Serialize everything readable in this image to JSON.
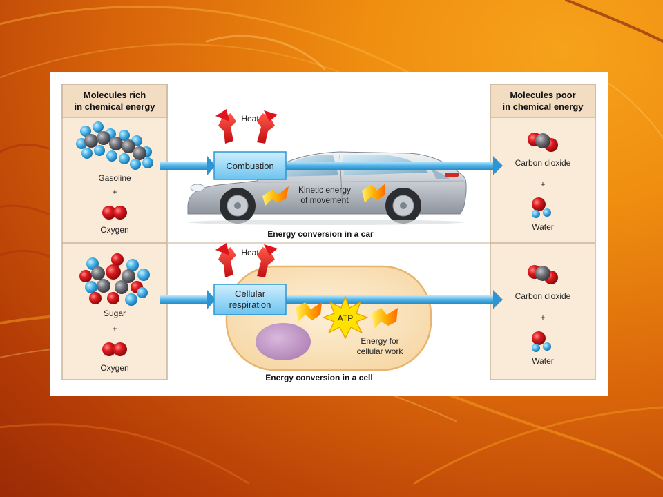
{
  "panels": {
    "rich_header": [
      "Molecules rich",
      "in chemical energy"
    ],
    "poor_header": [
      "Molecules poor",
      "in chemical energy"
    ]
  },
  "car_row": {
    "fuel": "Gasoline",
    "plus_left": "+",
    "oxidant": "Oxygen",
    "heat": "Heat",
    "process": "Combustion",
    "output_label": [
      "Kinetic energy",
      "of movement"
    ],
    "product1": "Carbon dioxide",
    "plus_right": "+",
    "product2": "Water",
    "caption": "Energy conversion in a car"
  },
  "cell_row": {
    "fuel": "Sugar",
    "plus_left": "+",
    "oxidant": "Oxygen",
    "heat": "Heat",
    "process": [
      "Cellular",
      "respiration"
    ],
    "atp": "ATP",
    "output_label": [
      "Energy for",
      "cellular work"
    ],
    "product1": "Carbon dioxide",
    "plus_right": "+",
    "product2": "Water",
    "caption": "Energy conversion in a cell"
  },
  "colors": {
    "panel_fill": "#faebd9",
    "panel_stroke": "#c8b49c",
    "arrow_blue": "#4fb3e8",
    "process_box": "#8fd3f6",
    "heat_red": "#e0141c",
    "oxygen_red": "#d7161c",
    "carbon_gray": "#6f7178",
    "hydrogen_blue": "#5ab8e6",
    "cell_fill": "#fbe7c6",
    "nucleus": "#c49bc9",
    "atp_yellow": "#ffe200"
  }
}
